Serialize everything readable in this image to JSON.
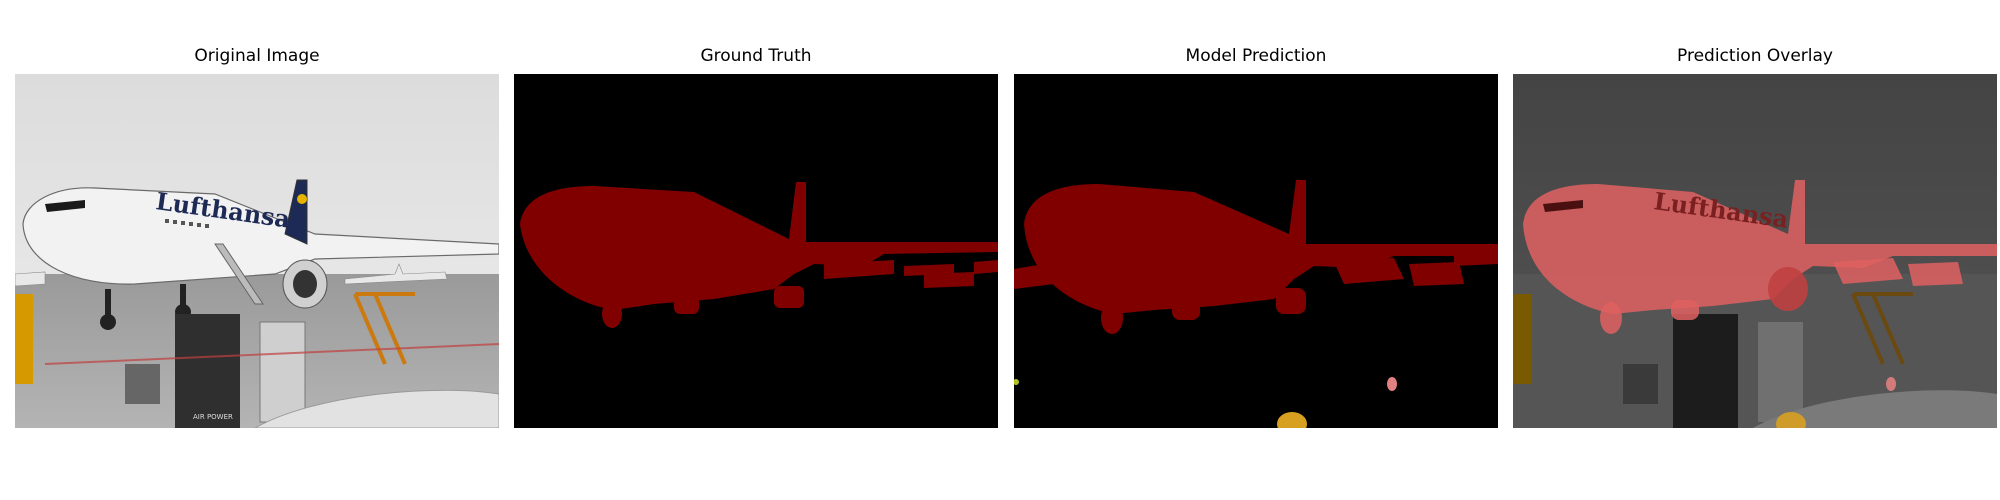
{
  "figure": {
    "panels": [
      {
        "title": "Original Image"
      },
      {
        "title": "Ground Truth"
      },
      {
        "title": "Model Prediction"
      },
      {
        "title": "Prediction Overlay"
      }
    ],
    "scene_text": {
      "airline_name": "Lufthansa",
      "box_label": "AIR POWER"
    },
    "colors": {
      "background_mask": "#000000",
      "class_aircraft": "#800000",
      "class_misc_yellow": "#d8a020",
      "class_misc_pink": "#e08080",
      "overlay_tint": "#e06060"
    }
  }
}
